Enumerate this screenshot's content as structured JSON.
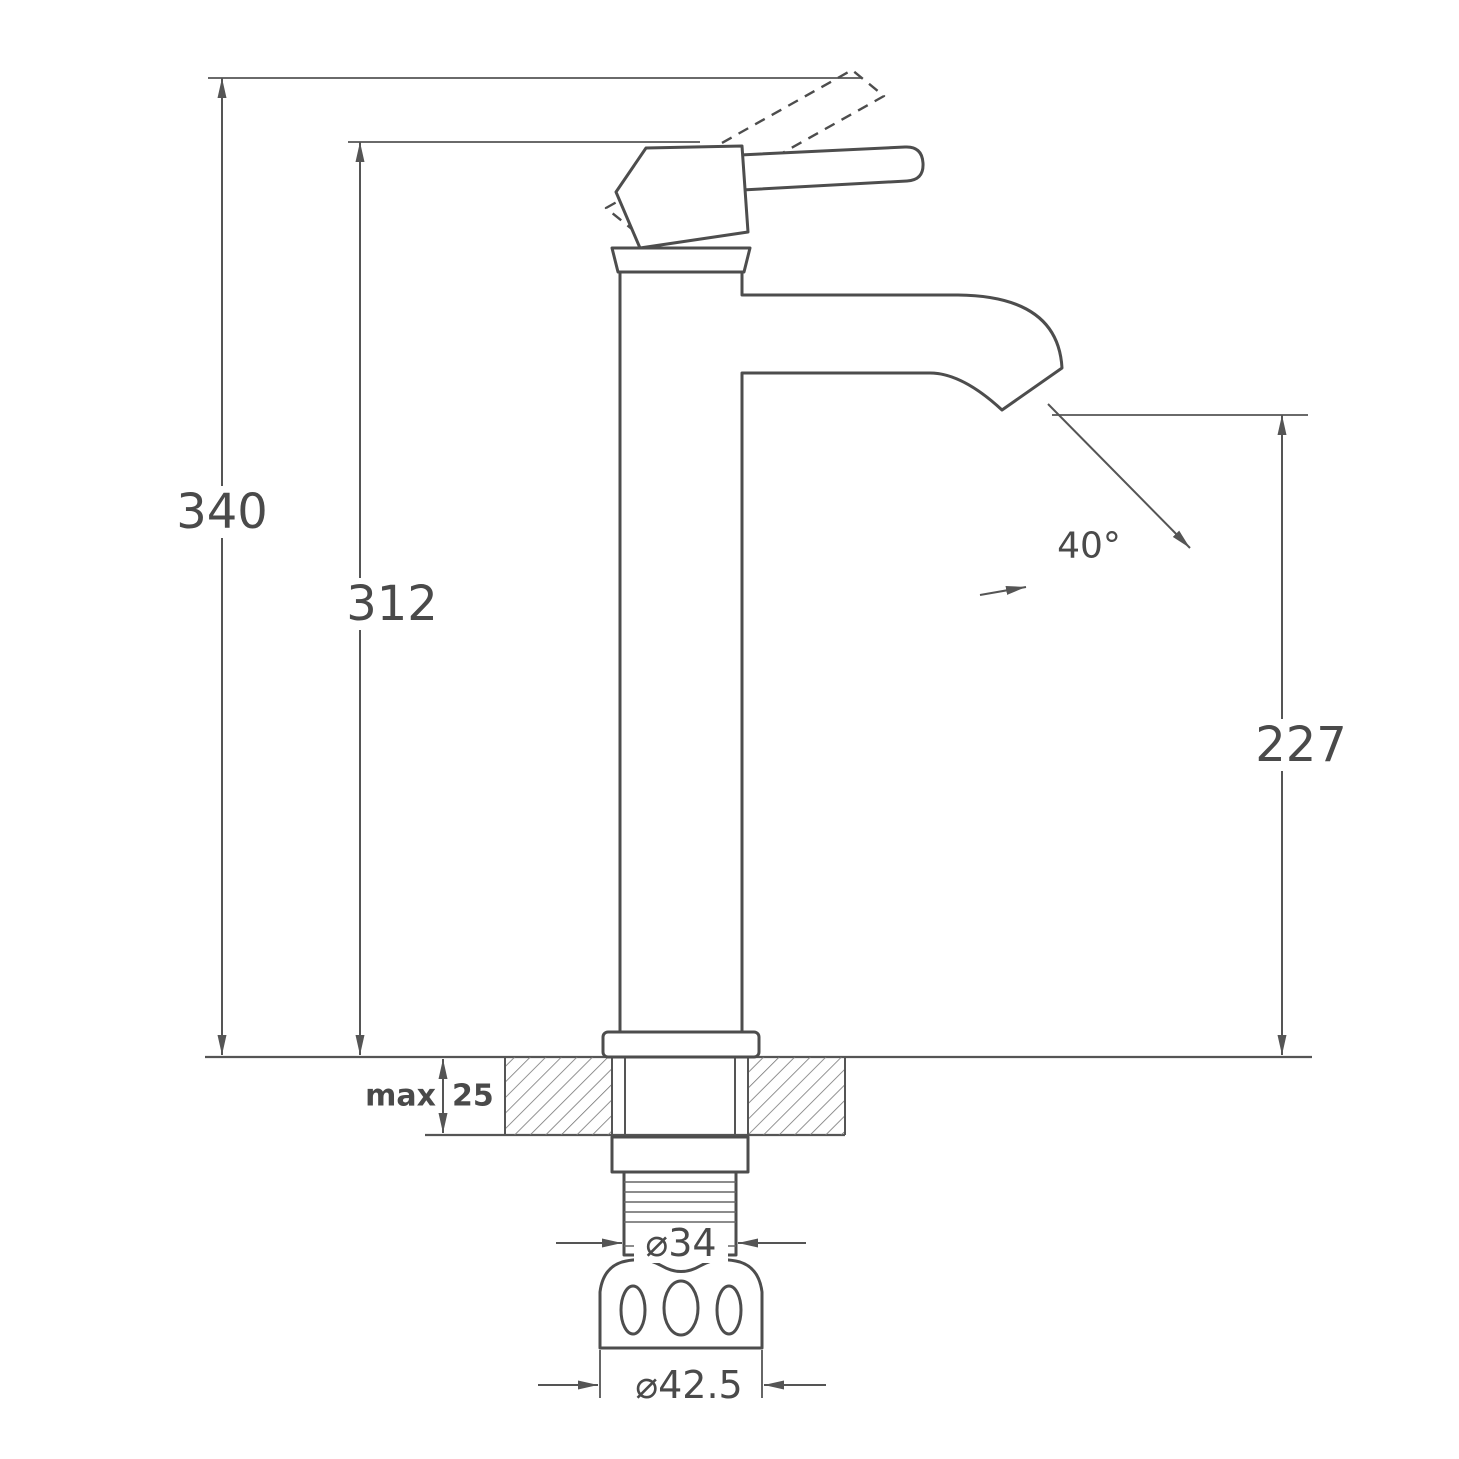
{
  "page": {
    "background": "#ffffff"
  },
  "diagram": {
    "type": "technical-drawing",
    "subject": "tall single-lever basin mixer tap, side elevation with installation dimensions",
    "units": "mm",
    "labels": {
      "overall_height": "340",
      "height_to_handle": "312",
      "spout_outlet_height": "227",
      "spout_angle": "40°",
      "deck_max_label": "max",
      "deck_max_value": "25",
      "shank_diameter": "⌀34",
      "nut_diameter": "⌀42.5"
    },
    "colors": {
      "line": "#4d4d4d",
      "dim_line": "#555555",
      "text": "#4a4a4a",
      "background": "#ffffff"
    }
  }
}
